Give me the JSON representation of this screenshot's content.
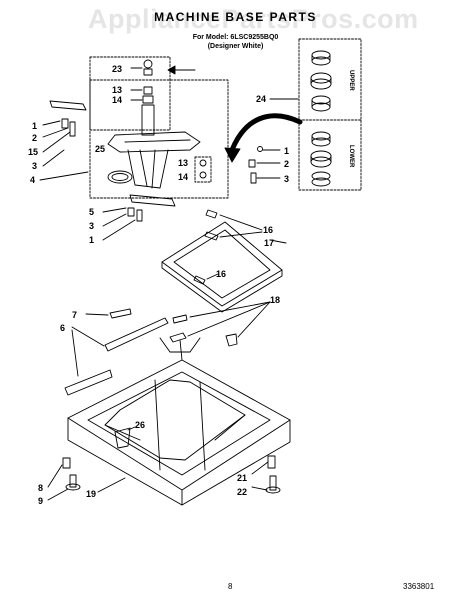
{
  "watermark": "AppliancePartsPros.com",
  "header": {
    "title": "MACHINE BASE PARTS",
    "model_line": "For Model: 6LSC9255BQ0",
    "variant": "(Designer White)"
  },
  "footer": {
    "page_number": "8",
    "doc_number": "3363801"
  },
  "side_labels": {
    "upper": "UPPER",
    "lower": "LOWER"
  },
  "callouts": [
    "23",
    "13",
    "14",
    "24",
    "1",
    "2",
    "15",
    "3",
    "25",
    "4",
    "13",
    "14",
    "1",
    "2",
    "3",
    "5",
    "3",
    "1",
    "16",
    "17",
    "16",
    "7",
    "6",
    "18",
    "26",
    "21",
    "22",
    "8",
    "9",
    "19"
  ],
  "colors": {
    "ink": "#000000",
    "watermark": "#d0d0d0",
    "background": "#ffffff"
  }
}
